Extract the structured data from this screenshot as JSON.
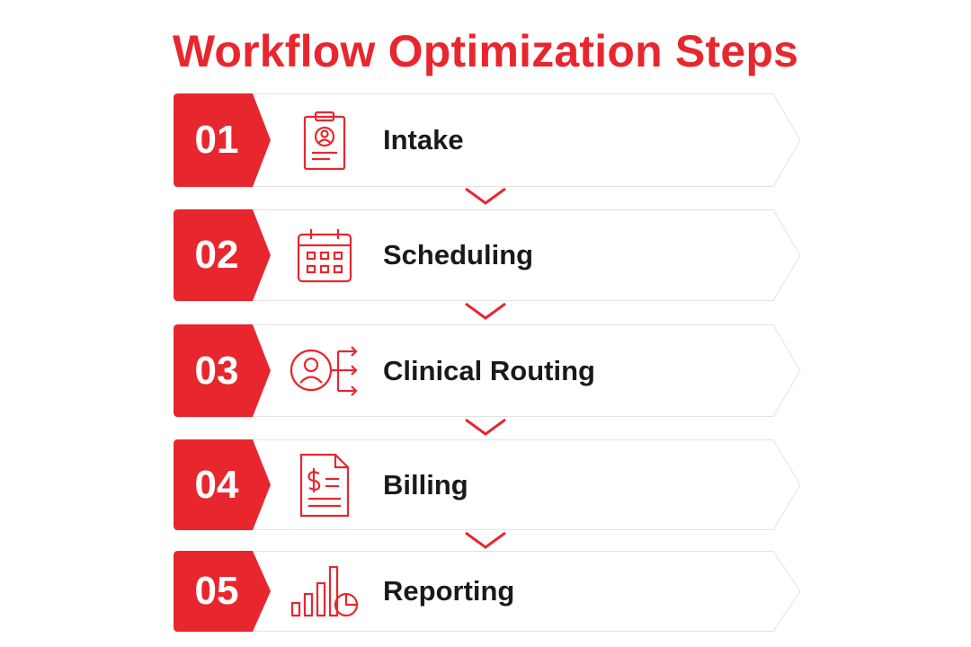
{
  "title": "Workflow Optimization Steps",
  "accent_color": "#e8262e",
  "steps": [
    {
      "number": "01",
      "label": "Intake",
      "icon": "clipboard-person-icon"
    },
    {
      "number": "02",
      "label": "Scheduling",
      "icon": "calendar-icon"
    },
    {
      "number": "03",
      "label": "Clinical Routing",
      "icon": "person-routing-arrows-icon"
    },
    {
      "number": "04",
      "label": "Billing",
      "icon": "invoice-dollar-icon"
    },
    {
      "number": "05",
      "label": "Reporting",
      "icon": "bar-chart-pie-icon"
    }
  ]
}
